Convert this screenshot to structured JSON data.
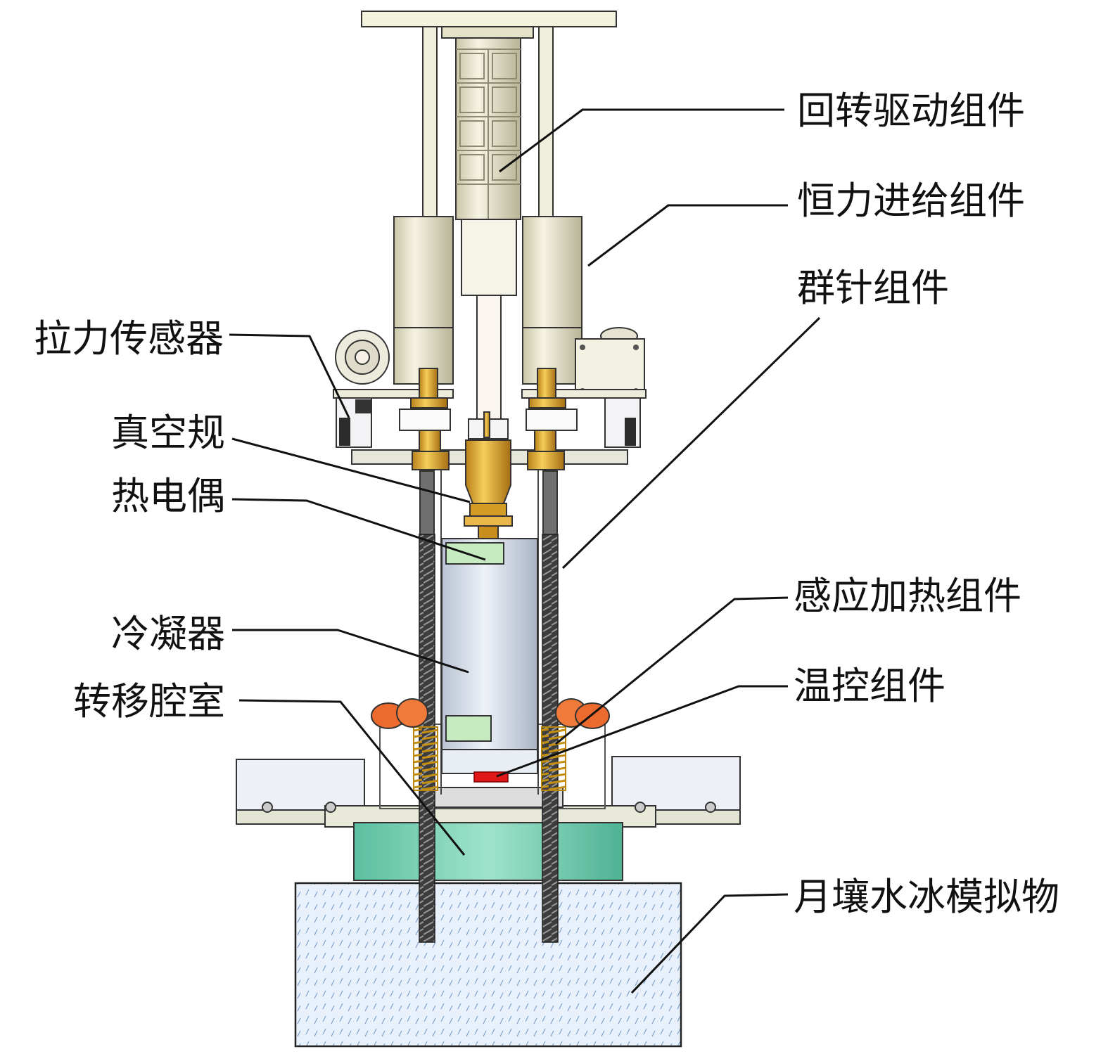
{
  "labels": {
    "rotary_drive": "回转驱动组件",
    "constant_force_feed": "恒力进给组件",
    "needle_group": "群针组件",
    "tension_sensor": "拉力传感器",
    "vacuum_gauge": "真空规",
    "thermocouple": "热电偶",
    "induction_heating": "感应加热组件",
    "condenser": "冷凝器",
    "temperature_control": "温控组件",
    "transfer_chamber": "转移腔室",
    "lunar_ice_simulant": "月壤水冰模拟物"
  },
  "colors": {
    "frame": "#f3f2dc",
    "drum": "#e9e5c9",
    "brass": "#e6b43a",
    "condenser_body": "#dfe6ef",
    "condenser_band": "#c9ecc2",
    "chamber": "#7ed2b7",
    "heater_knob": "#ec6a2e",
    "coil": "#e0b428",
    "red_part": "#e01818",
    "soil": "#e3eef9",
    "screw": "#4b4b4b",
    "plate": "#e4e4d4",
    "box": "#eef0f8"
  }
}
